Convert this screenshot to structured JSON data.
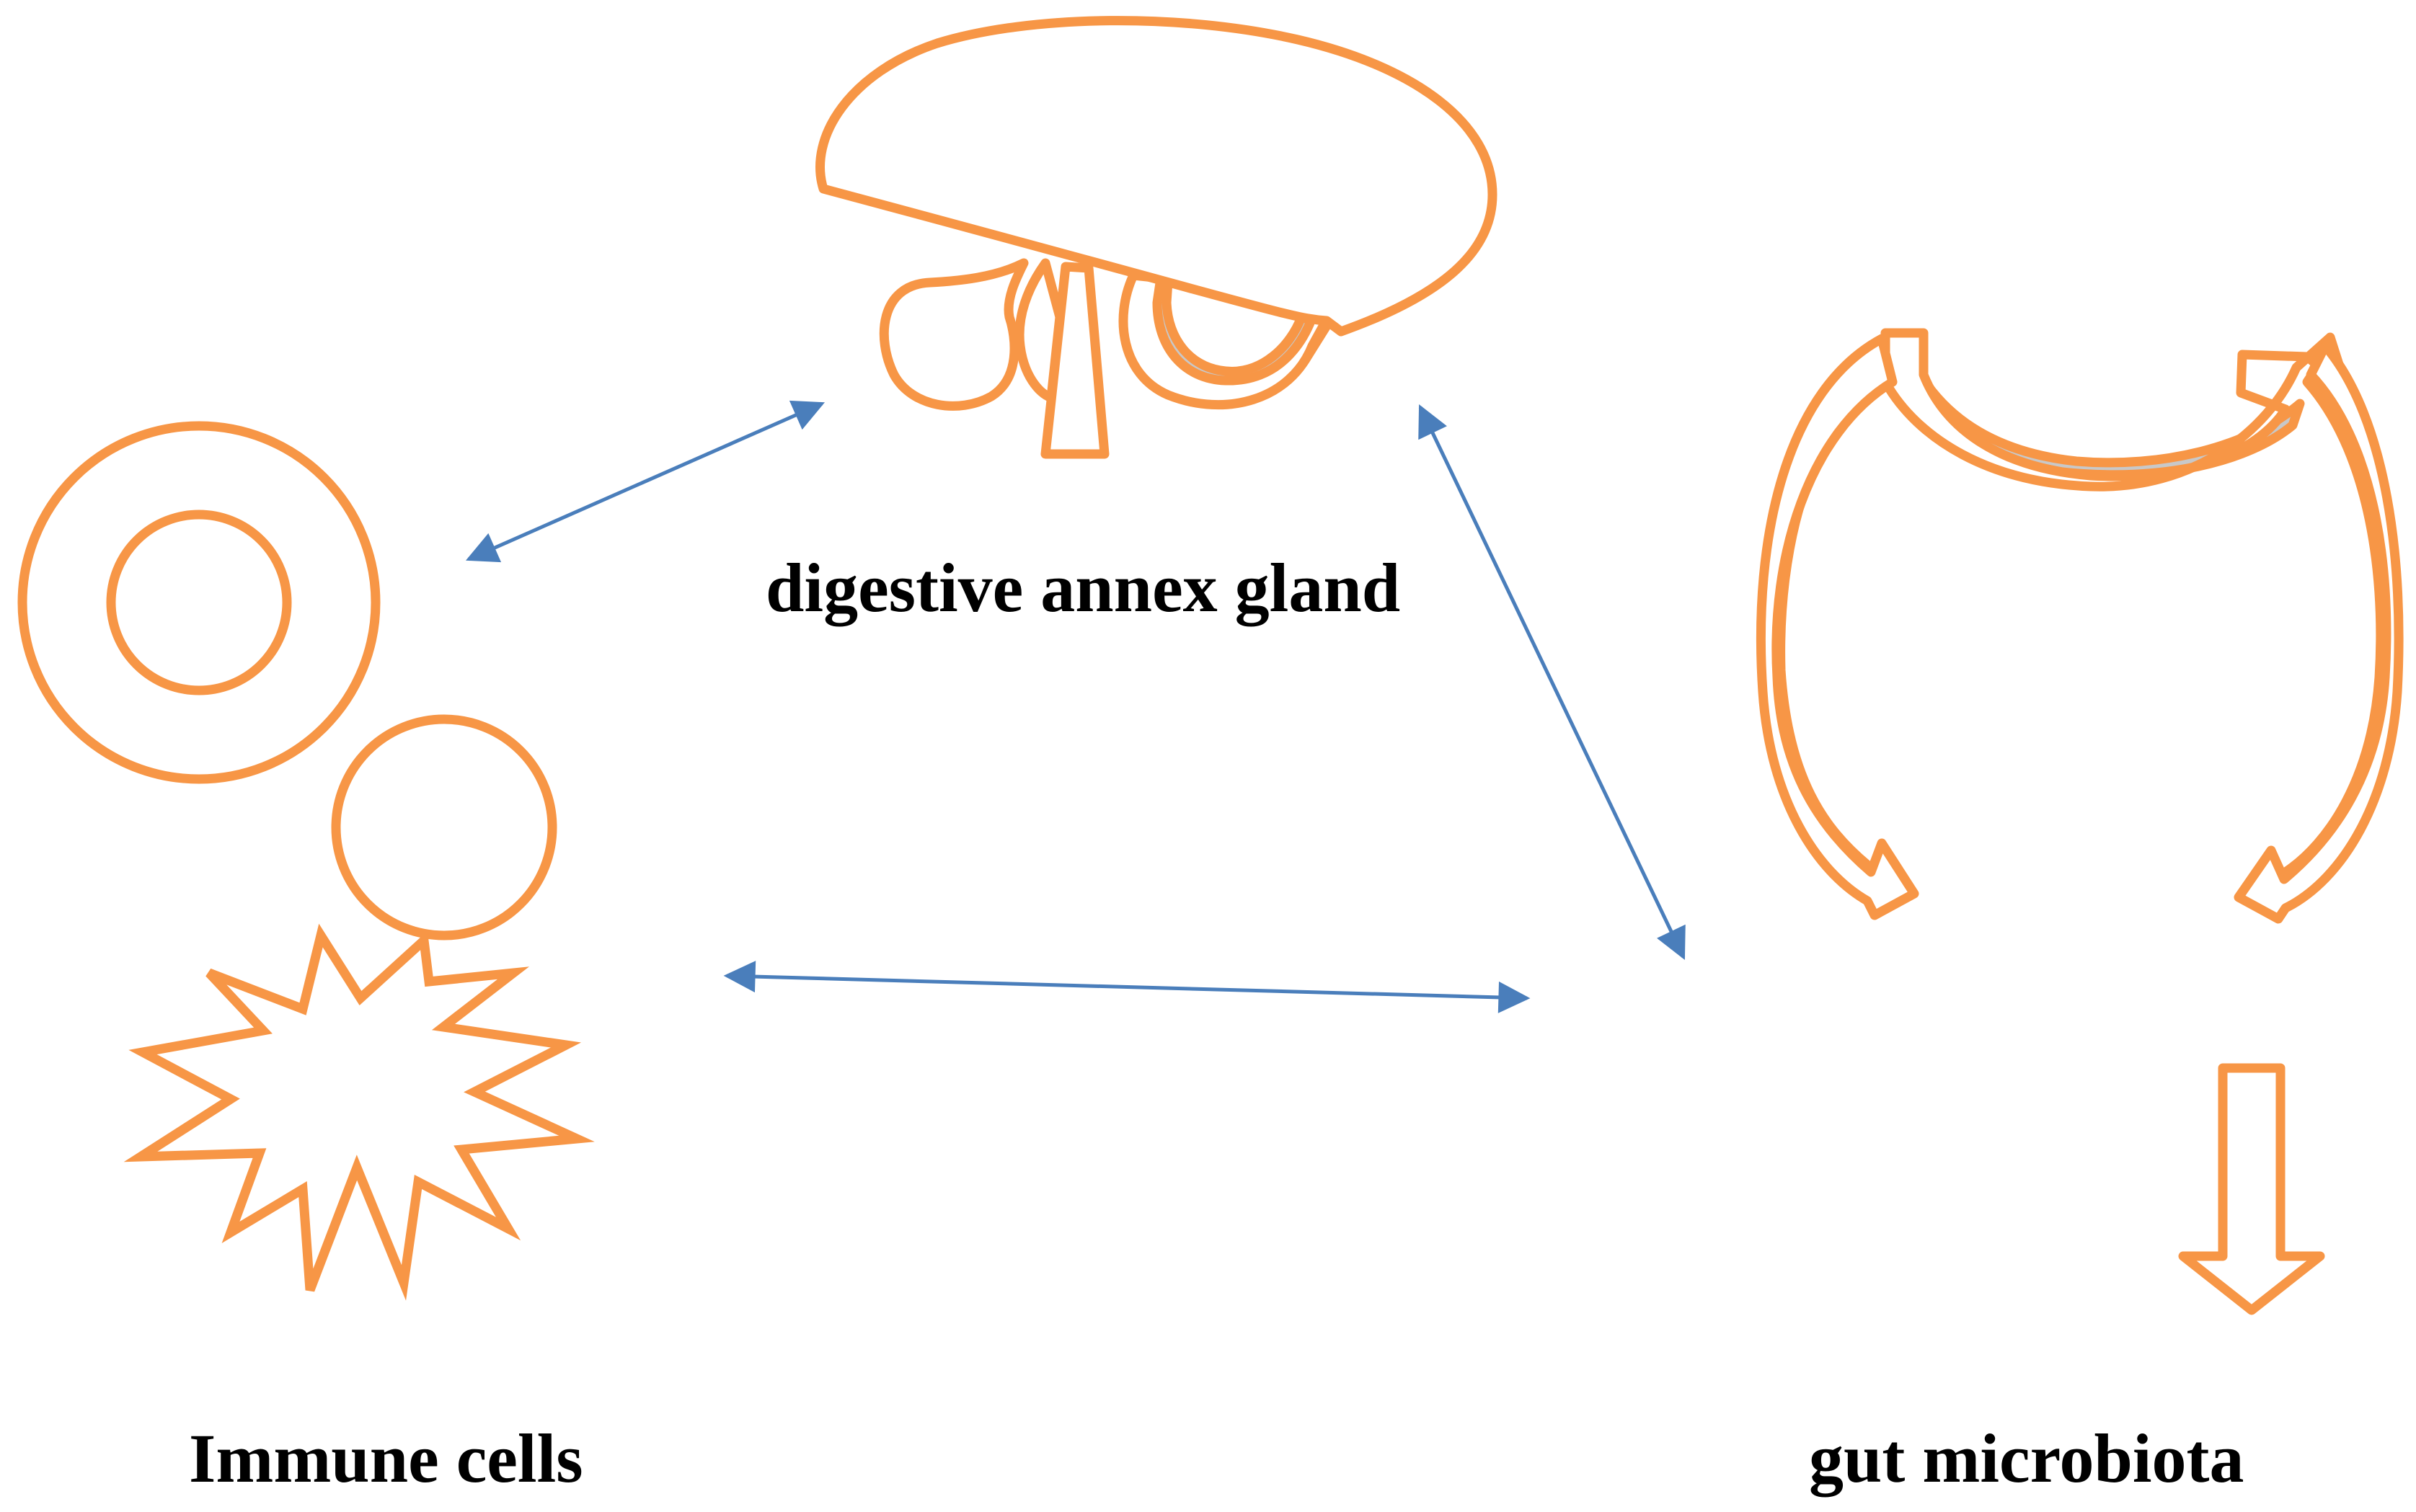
{
  "labels": {
    "digestive_annex_gland": "digestive annex gland",
    "immune_cells": "Immune cells",
    "gut_microbiota": "gut microbiota"
  },
  "nodes": [
    {
      "id": "digestive-annex-gland",
      "label_key": "digestive_annex_gland"
    },
    {
      "id": "immune-cells",
      "label_key": "immune_cells"
    },
    {
      "id": "gut-microbiota",
      "label_key": "gut_microbiota"
    }
  ],
  "edges": [
    {
      "from": "immune-cells",
      "to": "digestive-annex-gland",
      "type": "bidirectional"
    },
    {
      "from": "digestive-annex-gland",
      "to": "gut-microbiota",
      "type": "bidirectional"
    },
    {
      "from": "immune-cells",
      "to": "gut-microbiota",
      "type": "bidirectional"
    }
  ],
  "colors": {
    "shape_stroke": "#F79646",
    "shape_fill": "#FFFFFF",
    "arrow_fill_gray": "#C8C8C8",
    "connector": "#4A7EBB",
    "text": "#000000"
  },
  "icons": {
    "gland": "digestive-gland-icon",
    "immune": "immune-cells-icon",
    "microbiota": "gut-microbiota-icon"
  }
}
